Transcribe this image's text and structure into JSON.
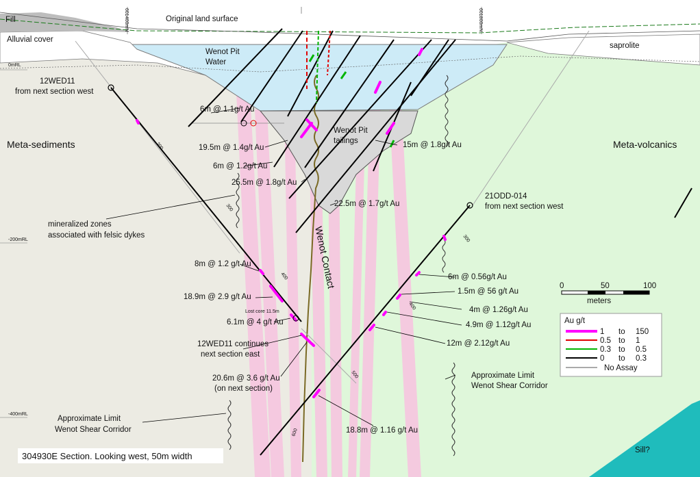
{
  "section": {
    "caption": "304930E Section. Looking west, 50m width",
    "grid_north_1": "601400mN",
    "grid_north_2": "601800mN",
    "rl_0": "0mRL",
    "rl_200": "-200mRL",
    "rl_400": "-400mRL"
  },
  "units": {
    "fill": "Fill",
    "alluvial": "Alluvial cover",
    "original_surface": "Original land surface",
    "saprolite": "saprolite",
    "pit_water_1": "Wenot Pit",
    "pit_water_2": "Water",
    "tailings_1": "Wenot Pit",
    "tailings_2": "tailings",
    "meta_sediments": "Meta-sediments",
    "meta_volcanics": "Meta-volcanics",
    "wenot_contact": "Wenot Contact",
    "sill": "Sill?"
  },
  "holes": {
    "h12wed11_1": "12WED11",
    "h12wed11_2": "from next section west",
    "h21odd_1": "21ODD-014",
    "h21odd_2": "from next section west",
    "continues_1": "12WED11 continues",
    "continues_2": "next section east",
    "lost_core": "Lost core 11.5m",
    "depth_200": "200",
    "depth_300": "300",
    "depth_400": "400",
    "depth_300b": "300",
    "depth_400b": "400",
    "depth_500": "500",
    "depth_600": "600"
  },
  "intercepts": {
    "i1": "6m @ 1.1g/t Au",
    "i2": "19.5m @ 1.4g/t Au",
    "i3": "6m @ 1.2g/t Au",
    "i4": "25.5m @ 1.8g/t Au",
    "i5": "15m @ 1.8g/t Au",
    "i6": "22.5m @ 1.7g/t Au",
    "i7": "8m @ 1.2 g/t Au",
    "i8": "18.9m @ 2.9 g/t Au",
    "i9": "6.1m @ 4 g/t Au",
    "i10_1": "20.6m @ 3.6 g/t Au",
    "i10_2": "(on next section)",
    "i11": "6m @ 0.56g/t Au",
    "i12": "1.5m @ 56 g/t Au",
    "i13": "4m @ 1.26g/t Au",
    "i14": "4.9m @ 1.12g/t Au",
    "i15": "12m @ 2.12g/t Au",
    "i16": "18.8m @ 1.16 g/t Au"
  },
  "notes": {
    "mineralized_1": "mineralized zones",
    "mineralized_2": "associated with felsic dykes",
    "shear_left_1": "Approximate Limit",
    "shear_left_2": "Wenot Shear Corridor",
    "shear_right_1": "Approximate Limit",
    "shear_right_2": "Wenot Shear Corridor"
  },
  "scale": {
    "t0": "0",
    "t50": "50",
    "t100": "100",
    "unit": "meters"
  },
  "legend": {
    "title": "Au g/t",
    "rows": [
      {
        "from": "1",
        "to_word": "to",
        "to": "150",
        "color": "#ff00ff"
      },
      {
        "from": "0.5",
        "to_word": "to",
        "to": "1",
        "color": "#e00000"
      },
      {
        "from": "0.3",
        "to_word": "to",
        "to": "0.5",
        "color": "#00b400"
      },
      {
        "from": "0",
        "to_word": "to",
        "to": "0.3",
        "color": "#000000"
      }
    ],
    "no_assay": "No Assay"
  },
  "colors": {
    "meta_sediments": "#ecebe3",
    "meta_volcanics": "#dff7da",
    "pit_water": "#cdebf7",
    "tailings": "#d9d9d9",
    "fill": "#bdbdbd",
    "dyke": "#f6c8e0",
    "contact": "#7a6a25",
    "sill": "#1fbcbc",
    "high_grade": "#ff00ff"
  }
}
